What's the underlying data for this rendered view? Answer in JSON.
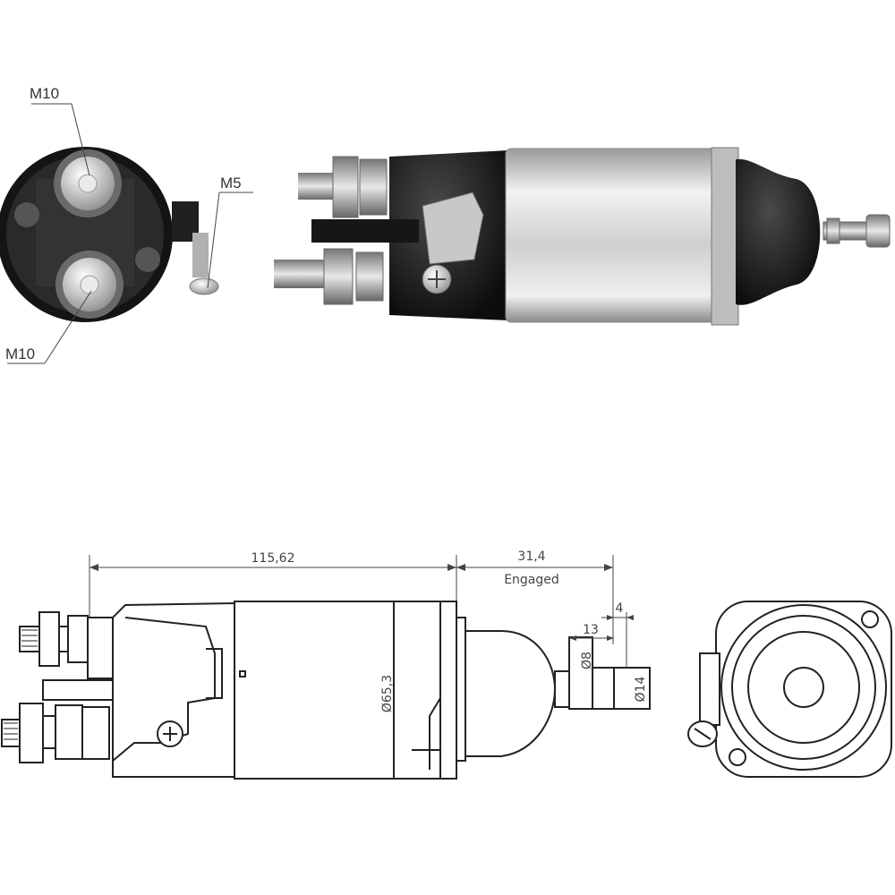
{
  "callouts": {
    "top_terminal": "M10",
    "bottom_terminal": "M10",
    "control_terminal": "M5"
  },
  "dimensions": {
    "body_length": "115,62",
    "plunger_travel": "31,4",
    "plunger_state": "Engaged",
    "plunger_offset": "13",
    "small_step": "4",
    "body_diameter": "Ø65,3",
    "shaft_diameter": "Ø8",
    "plunger_diameter": "Ø14"
  },
  "colors": {
    "body_metal": "#d9d9d9",
    "cap_black": "#1a1a1a",
    "line": "#222222"
  }
}
